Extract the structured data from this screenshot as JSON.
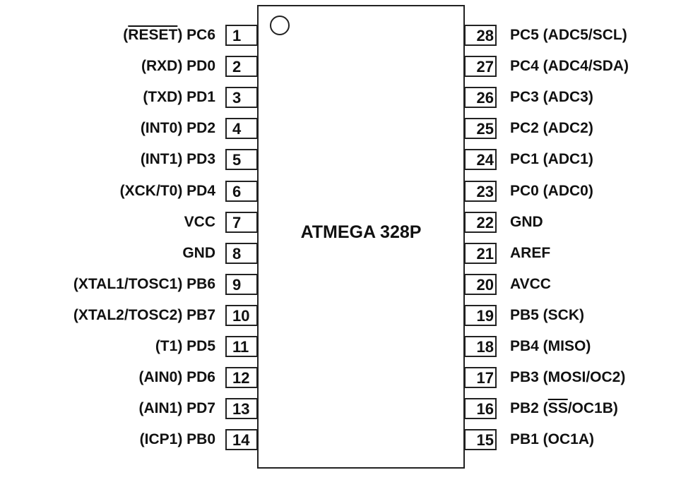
{
  "chip": {
    "title": "ATMEGA 328P"
  },
  "left_pins": [
    {
      "num": "1",
      "label": [
        {
          "t": "(",
          "o": false
        },
        {
          "t": "RESET",
          "o": true
        },
        {
          "t": ") PC6",
          "o": false
        }
      ]
    },
    {
      "num": "2",
      "label": [
        {
          "t": "(RXD) PD0",
          "o": false
        }
      ]
    },
    {
      "num": "3",
      "label": [
        {
          "t": "(TXD) PD1",
          "o": false
        }
      ]
    },
    {
      "num": "4",
      "label": [
        {
          "t": "(INT0) PD2",
          "o": false
        }
      ]
    },
    {
      "num": "5",
      "label": [
        {
          "t": "(INT1) PD3",
          "o": false
        }
      ]
    },
    {
      "num": "6",
      "label": [
        {
          "t": "(XCK/T0) PD4",
          "o": false
        }
      ]
    },
    {
      "num": "7",
      "label": [
        {
          "t": "VCC",
          "o": false
        }
      ]
    },
    {
      "num": "8",
      "label": [
        {
          "t": "GND",
          "o": false
        }
      ]
    },
    {
      "num": "9",
      "label": [
        {
          "t": "(XTAL1/TOSC1) PB6",
          "o": false
        }
      ]
    },
    {
      "num": "10",
      "label": [
        {
          "t": "(XTAL2/TOSC2) PB7",
          "o": false
        }
      ]
    },
    {
      "num": "11",
      "label": [
        {
          "t": "(T1) PD5",
          "o": false
        }
      ]
    },
    {
      "num": "12",
      "label": [
        {
          "t": "(AIN0) PD6",
          "o": false
        }
      ]
    },
    {
      "num": "13",
      "label": [
        {
          "t": "(AIN1) PD7",
          "o": false
        }
      ]
    },
    {
      "num": "14",
      "label": [
        {
          "t": "(ICP1) PB0",
          "o": false
        }
      ]
    }
  ],
  "right_pins": [
    {
      "num": "28",
      "label": [
        {
          "t": "PC5 (ADC5/SCL)",
          "o": false
        }
      ]
    },
    {
      "num": "27",
      "label": [
        {
          "t": "PC4 (ADC4/SDA)",
          "o": false
        }
      ]
    },
    {
      "num": "26",
      "label": [
        {
          "t": "PC3 (ADC3)",
          "o": false
        }
      ]
    },
    {
      "num": "25",
      "label": [
        {
          "t": "PC2 (ADC2)",
          "o": false
        }
      ]
    },
    {
      "num": "24",
      "label": [
        {
          "t": "PC1 (ADC1)",
          "o": false
        }
      ]
    },
    {
      "num": "23",
      "label": [
        {
          "t": "PC0 (ADC0)",
          "o": false
        }
      ]
    },
    {
      "num": "22",
      "label": [
        {
          "t": "GND",
          "o": false
        }
      ]
    },
    {
      "num": "21",
      "label": [
        {
          "t": "AREF",
          "o": false
        }
      ]
    },
    {
      "num": "20",
      "label": [
        {
          "t": "AVCC",
          "o": false
        }
      ]
    },
    {
      "num": "19",
      "label": [
        {
          "t": "PB5 (SCK)",
          "o": false
        }
      ]
    },
    {
      "num": "18",
      "label": [
        {
          "t": "PB4 (MISO)",
          "o": false
        }
      ]
    },
    {
      "num": "17",
      "label": [
        {
          "t": "PB3 (MOSI/OC2)",
          "o": false
        }
      ]
    },
    {
      "num": "16",
      "label": [
        {
          "t": "PB2 (",
          "o": false
        },
        {
          "t": "SS",
          "o": true
        },
        {
          "t": "/OC1B)",
          "o": false
        }
      ]
    },
    {
      "num": "15",
      "label": [
        {
          "t": "PB1 (OC1A)",
          "o": false
        }
      ]
    }
  ]
}
